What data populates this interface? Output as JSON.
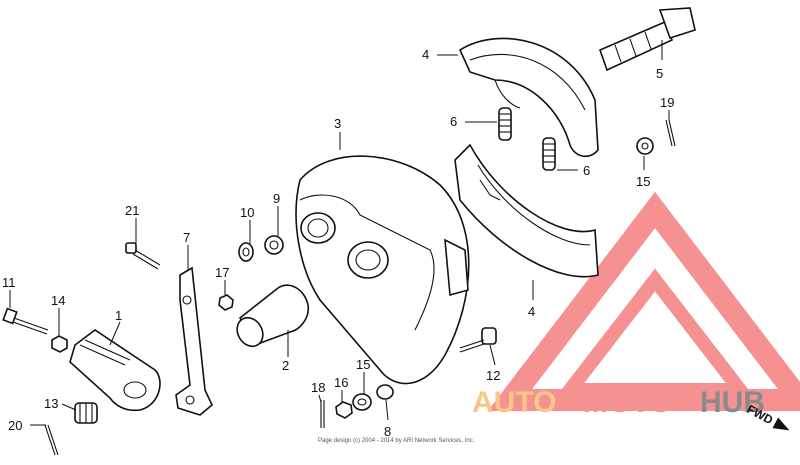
{
  "diagram": {
    "callouts": [
      {
        "id": "c1",
        "label": "1"
      },
      {
        "id": "c2",
        "label": "2"
      },
      {
        "id": "c3",
        "label": "3"
      },
      {
        "id": "c4a",
        "label": "4"
      },
      {
        "id": "c4b",
        "label": "4"
      },
      {
        "id": "c5",
        "label": "5"
      },
      {
        "id": "c6a",
        "label": "6"
      },
      {
        "id": "c6b",
        "label": "6"
      },
      {
        "id": "c7",
        "label": "7"
      },
      {
        "id": "c8",
        "label": "8"
      },
      {
        "id": "c9",
        "label": "9"
      },
      {
        "id": "c10",
        "label": "10"
      },
      {
        "id": "c11",
        "label": "11"
      },
      {
        "id": "c12",
        "label": "12"
      },
      {
        "id": "c13",
        "label": "13"
      },
      {
        "id": "c14",
        "label": "14"
      },
      {
        "id": "c15a",
        "label": "15"
      },
      {
        "id": "c15b",
        "label": "15"
      },
      {
        "id": "c16",
        "label": "16"
      },
      {
        "id": "c17",
        "label": "17"
      },
      {
        "id": "c18",
        "label": "18"
      },
      {
        "id": "c19",
        "label": "19"
      },
      {
        "id": "c20",
        "label": "20"
      },
      {
        "id": "c21",
        "label": "21"
      }
    ],
    "fwd_label": "FWD",
    "copyright": "Page design (c) 2004 - 2014 by ARI Network Services, Inc."
  },
  "watermark": {
    "word_auto": "AUTO",
    "word_moto": "MOTO",
    "word_hub": "HUB",
    "colors": {
      "auto": "#f7c78a",
      "moto": "#f19393",
      "hub": "#8a8a8a",
      "triangle": "#f26d6d"
    }
  }
}
